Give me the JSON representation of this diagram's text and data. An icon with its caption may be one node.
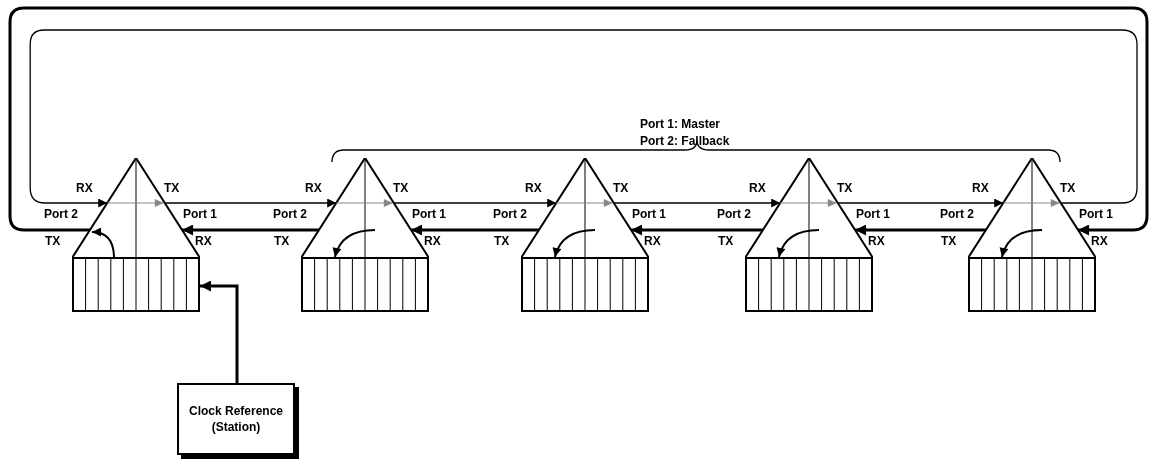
{
  "diagram": {
    "nodes": [
      {
        "text": [],
        "shape": "picture"
      },
      {
        "text": [],
        "shape": "picture"
      },
      {
        "text": [],
        "shape": "picture"
      },
      {
        "text": [],
        "shape": "picture"
      },
      {
        "text": [],
        "shape": "picture"
      },
      {
        "text": [
          "Clock Reference (Station)"
        ]
      }
    ],
    "edges": [
      {
        "from": 0,
        "to": 1,
        "arrow": "to"
      },
      {
        "from": 1,
        "to": 2,
        "arrow": "to"
      },
      {
        "from": 2,
        "to": 3,
        "arrow": "to"
      },
      {
        "from": 3,
        "to": 4,
        "arrow": "to"
      },
      {
        "from": 4,
        "to": 0,
        "arrow": "to"
      },
      {
        "from": 0,
        "to": 4,
        "arrow": "to"
      },
      {
        "from": 4,
        "to": 3,
        "arrow": "to"
      },
      {
        "from": 3,
        "to": 2,
        "arrow": "to"
      },
      {
        "from": 2,
        "to": 1,
        "arrow": "to"
      },
      {
        "from": 1,
        "to": 0,
        "arrow": "to"
      },
      {
        "from": 5,
        "to": 0,
        "arrow": "to"
      }
    ],
    "labels": [
      "Port 1: Master",
      "Port 2: Fallback",
      "RX",
      "TX",
      "RX",
      "TX",
      "RX",
      "TX",
      "RX",
      "TX",
      "RX",
      "TX",
      "Port 2",
      "Port 1",
      "Port 2",
      "Port 1",
      "Port 2",
      "Port 1",
      "Port 2",
      "Port 1",
      "Port 2",
      "Port 1",
      "TX",
      "RX",
      "TX",
      "RX",
      "TX",
      "RX",
      "TX",
      "RX",
      "TX",
      "RX"
    ]
  }
}
